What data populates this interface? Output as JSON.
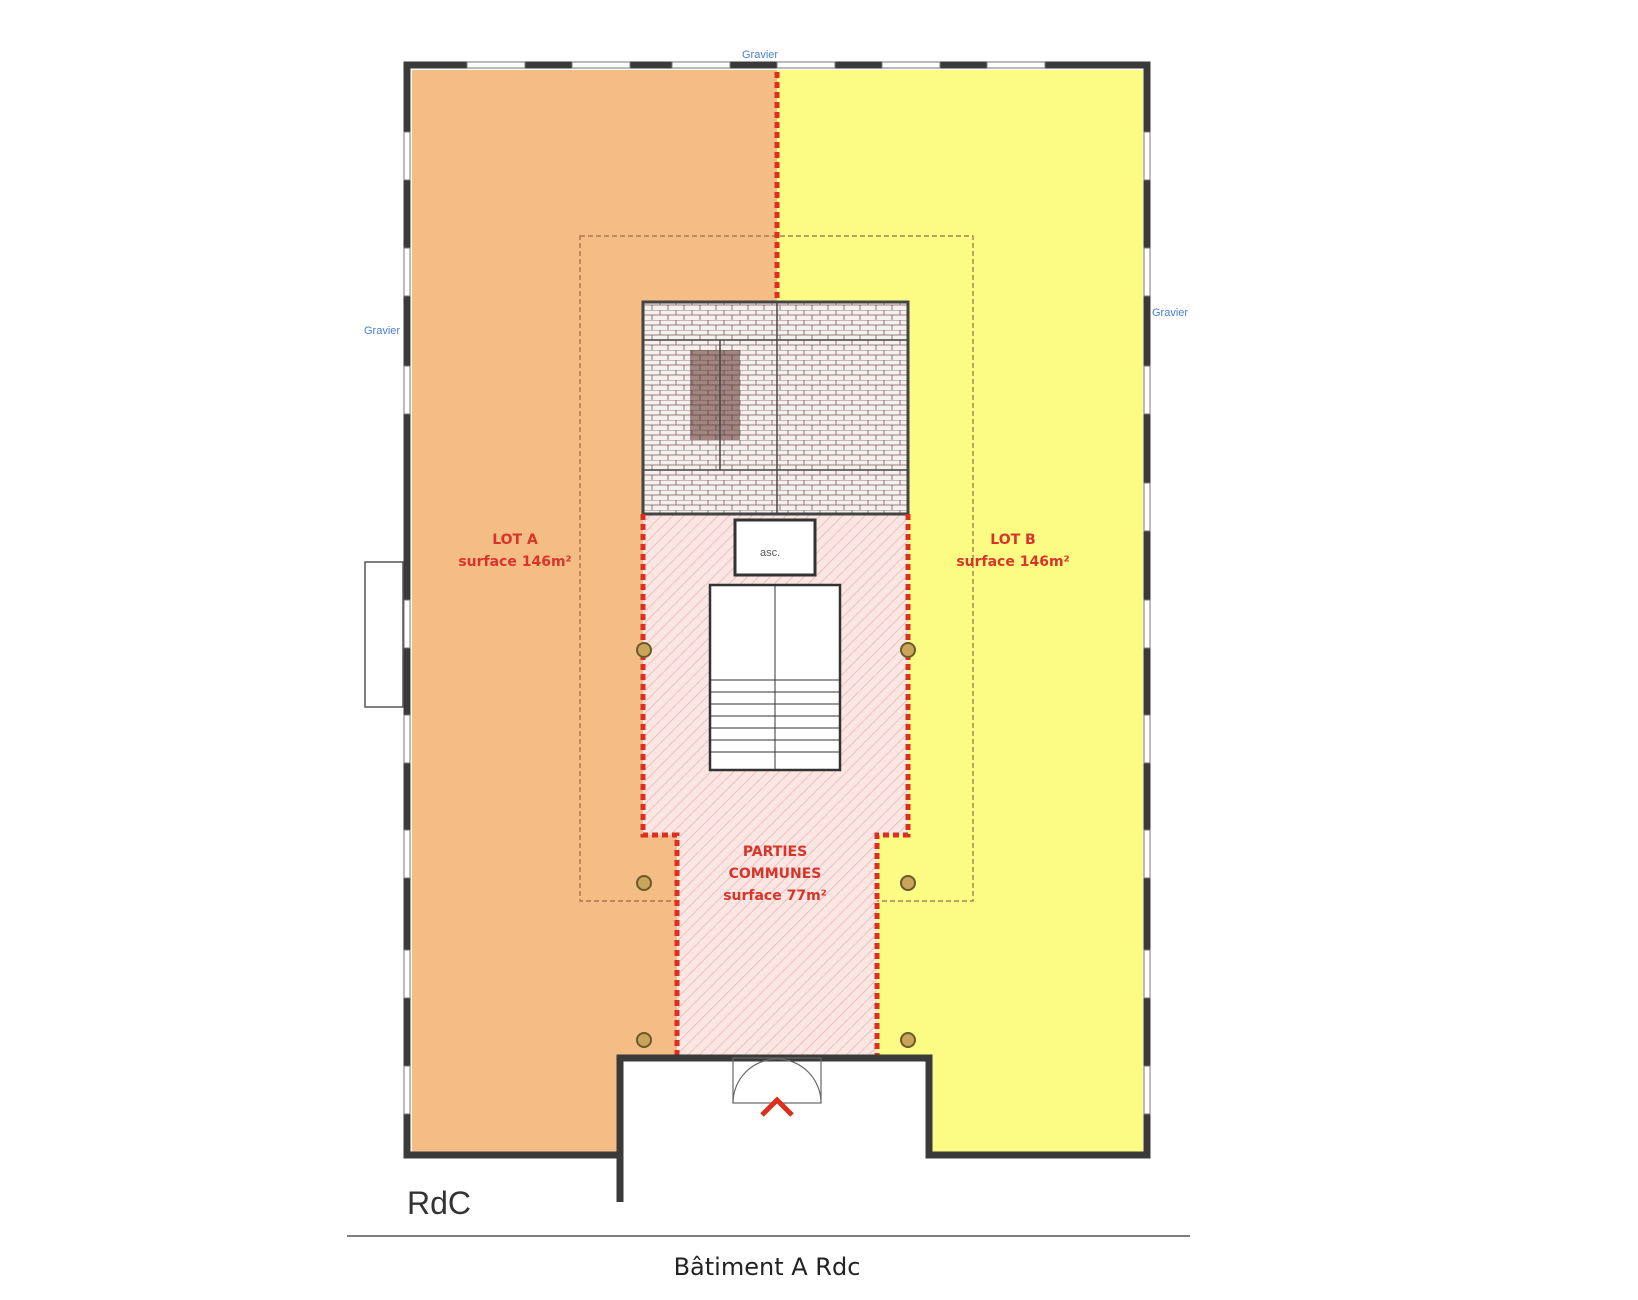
{
  "plan": {
    "colors": {
      "lot_a": "#f5bd86",
      "lot_b": "#fcfb84",
      "common": "#fbe3e0",
      "boundary": "#dc2f1f",
      "wall": "#3a3a3a",
      "annotation": "#4a7fd0"
    },
    "lots": [
      {
        "name": "LOT A",
        "surface": "surface 146m²"
      },
      {
        "name": "LOT B",
        "surface": "surface 146m²"
      }
    ],
    "common": {
      "line1": "PARTIES",
      "line2": "COMMUNES",
      "surface": "surface 77m²"
    },
    "annotations": {
      "gravier_left": "Gravier",
      "gravier_right": "Gravier",
      "gravier_top": "Gravier",
      "elevator": "asc."
    },
    "floor_label": "RdC"
  },
  "caption": "Bâtiment A Rdc"
}
